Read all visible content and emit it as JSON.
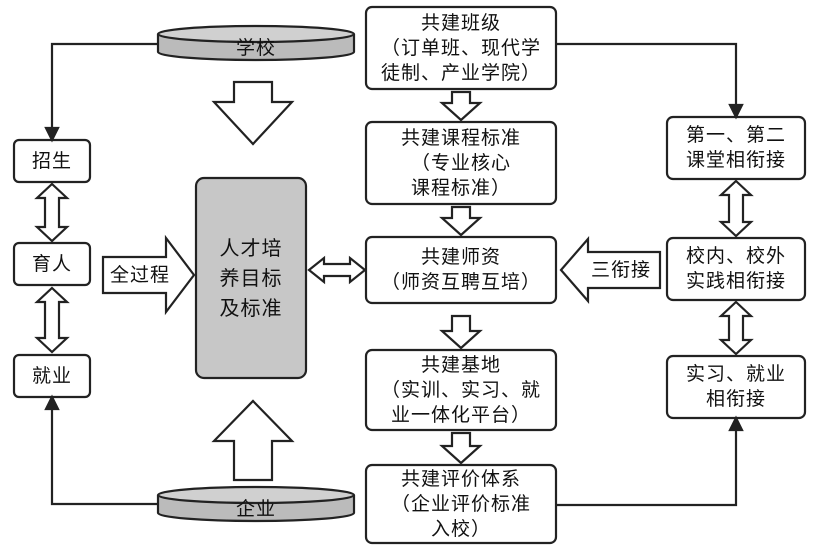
{
  "top_cylinder": "学校",
  "bottom_cylinder": "企业",
  "left": {
    "recruit": "招生",
    "educate": "育人",
    "employ": "就业",
    "process_arrow": "全过程"
  },
  "center": "人才培\n养目标\n及标准",
  "middle": {
    "class_box": "共建班级\n（订单班、现代学\n徒制、产业学院）",
    "curriculum_box": "共建课程标准\n（专业核心\n课程标准）",
    "faculty_box": "共建师资\n（师资互聘互培）",
    "base_box": "共建基地\n（实训、实习、就\n业一体化平台）",
    "evaluation_box": "共建评价体系\n（企业评价标准\n入校）"
  },
  "right": {
    "classroom_box": "第一、第二\n课堂相衔接",
    "practice_box": "校内、校外\n实践相衔接",
    "internship_box": "实习、就业\n相衔接",
    "three_links_arrow": "三衔接"
  }
}
